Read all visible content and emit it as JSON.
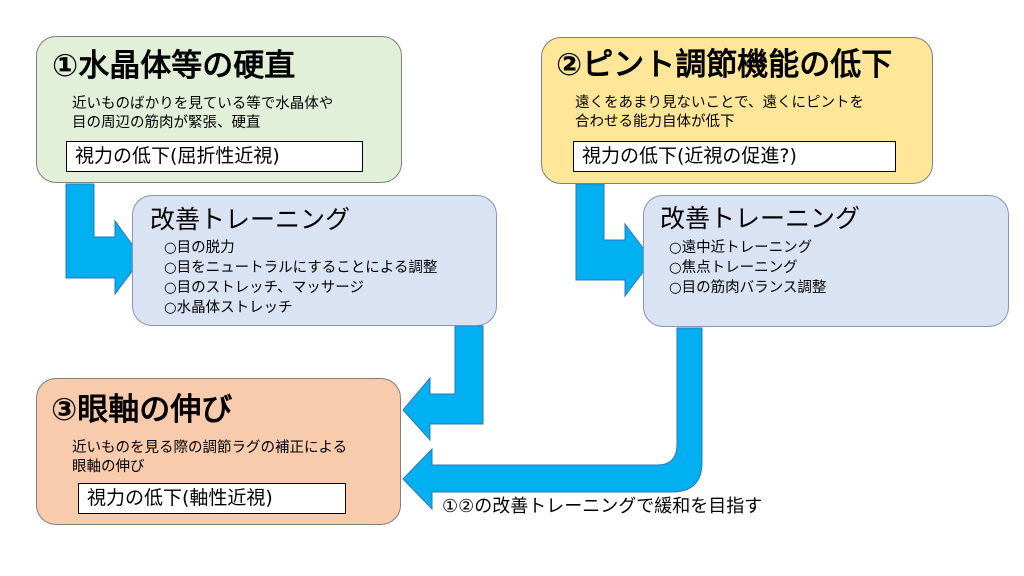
{
  "box1": {
    "title": "①水晶体等の硬直",
    "description_lines": [
      "近いものばかりを見ている等で水晶体や",
      "目の周辺の筋肉が緊張、硬直"
    ],
    "result": "視力の低下(屈折性近視)"
  },
  "box2": {
    "title": "②ピント調節機能の低下",
    "description_lines": [
      "遠くをあまり見ないことで、遠くにピントを",
      "合わせる能力自体が低下"
    ],
    "result": "視力の低下(近視の促進?)"
  },
  "training1": {
    "title": "改善トレーニング",
    "items": [
      "○目の脱力",
      "○目をニュートラルにすることによる調整",
      "○目のストレッチ、マッサージ",
      "○水晶体ストレッチ"
    ]
  },
  "training2": {
    "title": "改善トレーニング",
    "items": [
      "○遠中近トレーニング",
      "○焦点トレーニング",
      "○目の筋肉バランス調整"
    ]
  },
  "box3": {
    "title": "③眼軸の伸び",
    "description_lines": [
      "近いものを見る際の調節ラグの補正による",
      "眼軸の伸び"
    ],
    "result": "視力の低下(軸性近視)"
  },
  "note": "①②の改善トレーニングで緩和を目指す",
  "colors": {
    "green_box": "#e2efd9",
    "yellow_box": "#ffe699",
    "blue_box": "#dae3f3",
    "salmon_box": "#f8cbad",
    "arrow": "#00b0f0"
  }
}
